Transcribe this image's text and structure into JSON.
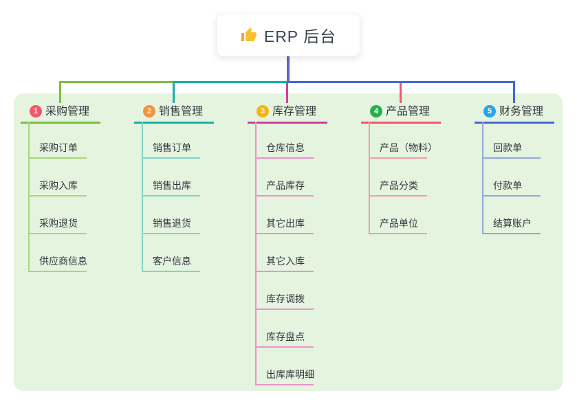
{
  "root": {
    "label": "ERP 后台",
    "icon": "thumbs-up-icon"
  },
  "theme": {
    "page_bg": "#ffffff",
    "panel_bg": "#e4f4df",
    "root_line_color": "#5b65c5",
    "title_text_color": "#32363f",
    "child_text_color": "#33363f",
    "root_text_color": "#3c4352",
    "thumb_yellow": "#f7c02e",
    "thumb_cuff": "#e8a33d"
  },
  "branches": [
    {
      "index": "1",
      "label": "采购管理",
      "badge_color": "#f2566e",
      "line_color": "#7cbd40",
      "child_line_color": "#a9d57f",
      "children": [
        "采购订单",
        "采购入库",
        "采购退货",
        "供应商信息"
      ]
    },
    {
      "index": "2",
      "label": "销售管理",
      "badge_color": "#f5923e",
      "line_color": "#14b0a7",
      "child_line_color": "#82d3c8",
      "children": [
        "销售订单",
        "销售出库",
        "销售退货",
        "客户信息"
      ]
    },
    {
      "index": "3",
      "label": "库存管理",
      "badge_color": "#f9b213",
      "line_color": "#cf3e9e",
      "child_line_color": "#ec93c8",
      "children": [
        "仓库信息",
        "产品库存",
        "其它出库",
        "其它入库",
        "库存调拨",
        "库存盘点",
        "出库库明细"
      ]
    },
    {
      "index": "4",
      "label": "产品管理",
      "badge_color": "#26b14b",
      "line_color": "#f4566a",
      "child_line_color": "#f79aa8",
      "children": [
        "产品（物料）",
        "产品分类",
        "产品单位"
      ]
    },
    {
      "index": "5",
      "label": "财务管理",
      "badge_color": "#27a5ea",
      "line_color": "#3f68d9",
      "child_line_color": "#92a7d8",
      "children": [
        "回款单",
        "付款单",
        "结算账户"
      ]
    }
  ]
}
